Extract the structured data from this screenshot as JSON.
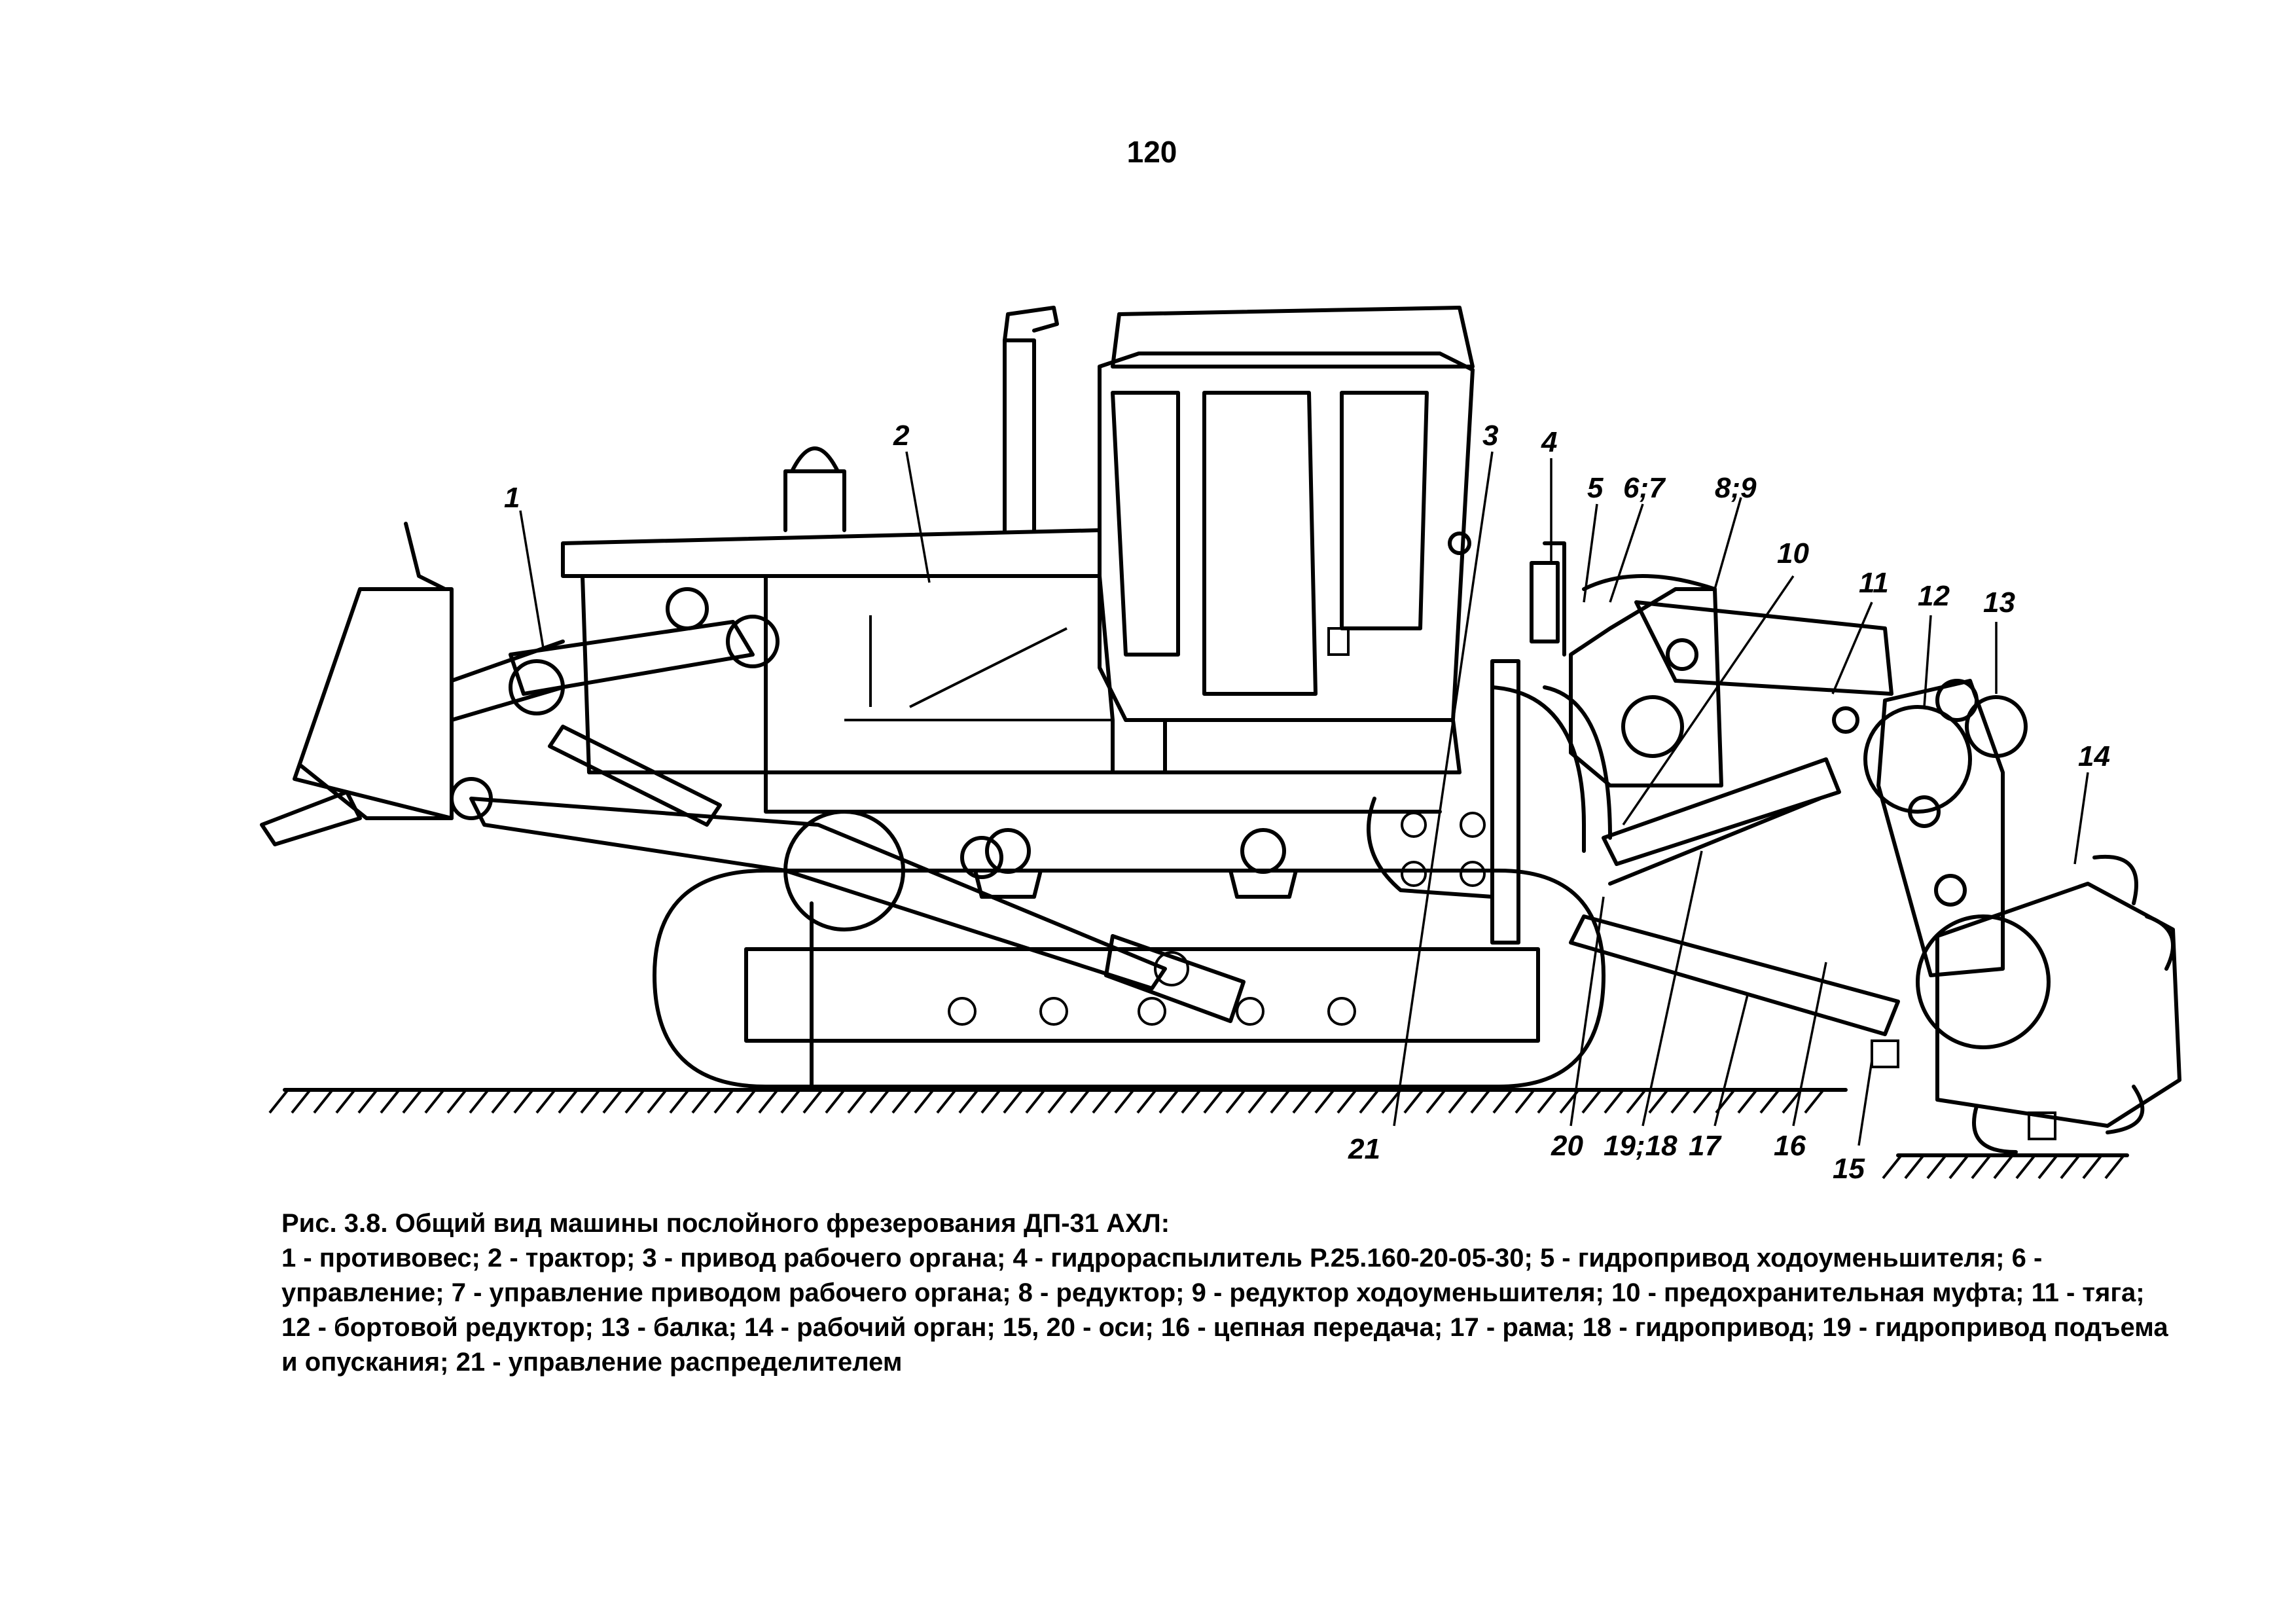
{
  "page": {
    "number": "120"
  },
  "figure": {
    "callouts": [
      "1",
      "2",
      "3",
      "4",
      "5",
      "6;7",
      "8;9",
      "10",
      "11",
      "12",
      "13",
      "14",
      "15",
      "16",
      "17",
      "19;18",
      "20",
      "21"
    ],
    "caption_title": "Рис. 3.8. Общий вид машины послойного фрезерования ДП-31 АХЛ:",
    "caption_legend": "1 - противовес; 2 - трактор; 3 - привод рабочего органа; 4 - гидрораспылитель Р.25.160-20-05-30; 5 - гидропривод ходоуменьшителя; 6 - управление; 7 - управление приводом рабочего органа; 8 - редуктор; 9 - редуктор ходоуменьшителя; 10 - предохранительная муфта; 11 - тяга; 12 - бортовой редуктор; 13 - балка; 14  - рабочий орган; 15, 20 - оси; 16 - цепная передача; 17 - рама; 18 - гидропривод; 19 - гидропривод подъема и опускания; 21 - управление распределителем"
  }
}
